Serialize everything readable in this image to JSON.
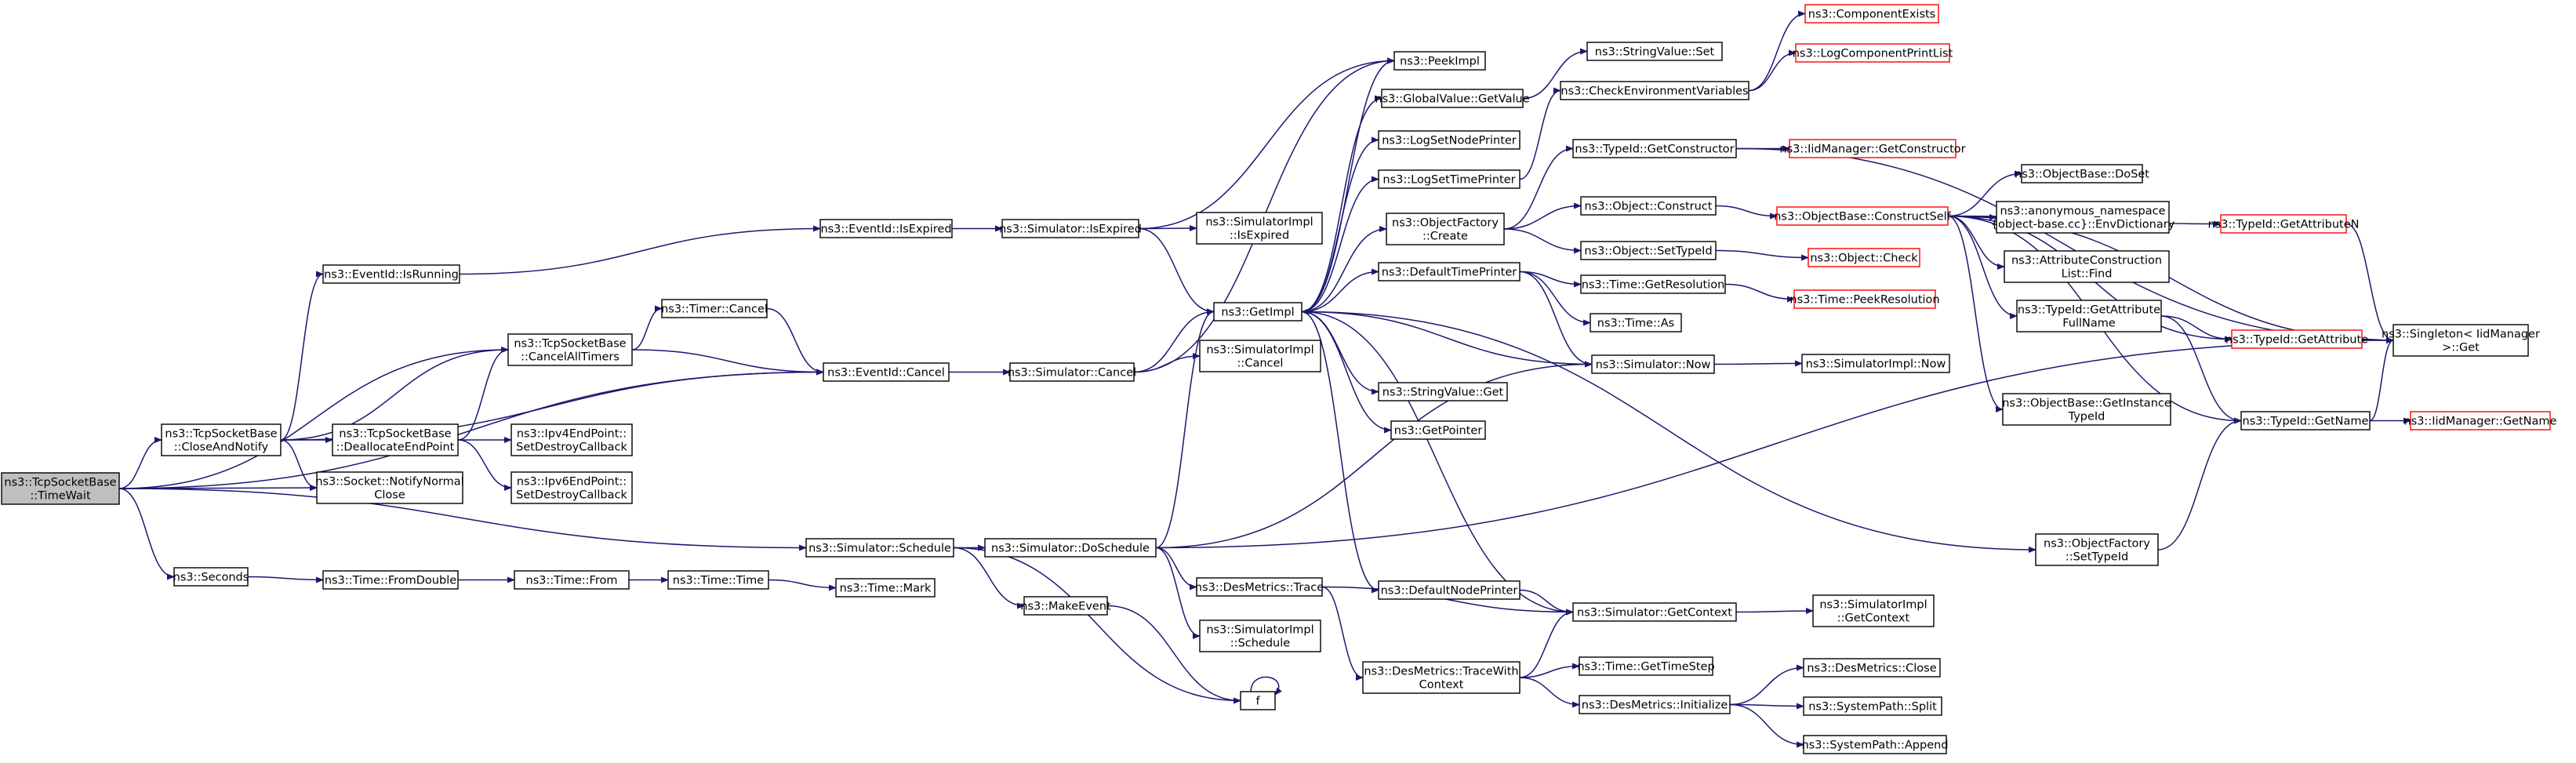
{
  "colors": {
    "edge": "#191970",
    "node_border": "#000000",
    "missing_node_border": "#ff0000",
    "root_fill": "#bfbfbf",
    "background": "#ffffff"
  },
  "nodes": [
    {
      "id": "n0",
      "lines": [
        "ns3::TcpSocketBase",
        "::TimeWait"
      ],
      "kind": "root"
    },
    {
      "id": "n1",
      "lines": [
        "ns3::TcpSocketBase",
        "::CloseAndNotify"
      ],
      "kind": "normal"
    },
    {
      "id": "n2",
      "lines": [
        "ns3::Socket::NotifyNormal",
        "Close"
      ],
      "kind": "normal"
    },
    {
      "id": "n3",
      "lines": [
        "ns3::Seconds"
      ],
      "kind": "normal"
    },
    {
      "id": "n4",
      "lines": [
        "ns3::EventId::IsRunning"
      ],
      "kind": "normal"
    },
    {
      "id": "n5",
      "lines": [
        "ns3::TcpSocketBase",
        "::CancelAllTimers"
      ],
      "kind": "normal"
    },
    {
      "id": "n6",
      "lines": [
        "ns3::TcpSocketBase",
        "::DeallocateEndPoint"
      ],
      "kind": "normal"
    },
    {
      "id": "n7",
      "lines": [
        "ns3::Timer::Cancel"
      ],
      "kind": "normal"
    },
    {
      "id": "n8",
      "lines": [
        "ns3::EventId::Cancel"
      ],
      "kind": "normal"
    },
    {
      "id": "n9",
      "lines": [
        "ns3::EventId::IsExpired"
      ],
      "kind": "normal"
    },
    {
      "id": "n10",
      "lines": [
        "ns3::Ipv4EndPoint::",
        "SetDestroyCallback"
      ],
      "kind": "normal"
    },
    {
      "id": "n11",
      "lines": [
        "ns3::Ipv6EndPoint::",
        "SetDestroyCallback"
      ],
      "kind": "normal"
    },
    {
      "id": "n12",
      "lines": [
        "ns3::Time::FromDouble"
      ],
      "kind": "normal"
    },
    {
      "id": "n13",
      "lines": [
        "ns3::Time::From"
      ],
      "kind": "normal"
    },
    {
      "id": "n14",
      "lines": [
        "ns3::Time::Time"
      ],
      "kind": "normal"
    },
    {
      "id": "n15",
      "lines": [
        "ns3::Time::Mark"
      ],
      "kind": "normal"
    },
    {
      "id": "n16",
      "lines": [
        "ns3::Simulator::Schedule"
      ],
      "kind": "normal"
    },
    {
      "id": "n17",
      "lines": [
        "ns3::Simulator::IsExpired"
      ],
      "kind": "normal"
    },
    {
      "id": "n18",
      "lines": [
        "ns3::Simulator::Cancel"
      ],
      "kind": "normal"
    },
    {
      "id": "n19",
      "lines": [
        "ns3::SimulatorImpl",
        "::IsExpired"
      ],
      "kind": "normal"
    },
    {
      "id": "n20",
      "lines": [
        "ns3::Simulator::DoSchedule"
      ],
      "kind": "normal"
    },
    {
      "id": "n21",
      "lines": [
        "ns3::MakeEvent"
      ],
      "kind": "normal"
    },
    {
      "id": "n22",
      "lines": [
        "f"
      ],
      "kind": "normal"
    },
    {
      "id": "n23",
      "lines": [
        "ns3::GetImpl"
      ],
      "kind": "normal"
    },
    {
      "id": "n24",
      "lines": [
        "ns3::SimulatorImpl",
        "::Cancel"
      ],
      "kind": "normal"
    },
    {
      "id": "n25",
      "lines": [
        "ns3::DesMetrics::Trace"
      ],
      "kind": "normal"
    },
    {
      "id": "n26",
      "lines": [
        "ns3::SimulatorImpl",
        "::Schedule"
      ],
      "kind": "normal"
    },
    {
      "id": "n27",
      "lines": [
        "ns3::DesMetrics::TraceWith",
        "Context"
      ],
      "kind": "normal"
    },
    {
      "id": "n28",
      "lines": [
        "ns3::PeekImpl"
      ],
      "kind": "normal"
    },
    {
      "id": "n29",
      "lines": [
        "ns3::GlobalValue::GetValue"
      ],
      "kind": "normal"
    },
    {
      "id": "n30",
      "lines": [
        "ns3::LogSetNodePrinter"
      ],
      "kind": "normal"
    },
    {
      "id": "n31",
      "lines": [
        "ns3::LogSetTimePrinter"
      ],
      "kind": "normal"
    },
    {
      "id": "n32",
      "lines": [
        "ns3::ObjectFactory",
        "::Create"
      ],
      "kind": "normal"
    },
    {
      "id": "n33",
      "lines": [
        "ns3::DefaultTimePrinter"
      ],
      "kind": "normal"
    },
    {
      "id": "n34",
      "lines": [
        "ns3::StringValue::Get"
      ],
      "kind": "normal"
    },
    {
      "id": "n35",
      "lines": [
        "ns3::GetPointer"
      ],
      "kind": "normal"
    },
    {
      "id": "n36",
      "lines": [
        "ns3::DefaultNodePrinter"
      ],
      "kind": "normal"
    },
    {
      "id": "n37",
      "lines": [
        "ns3::Simulator::GetContext"
      ],
      "kind": "normal"
    },
    {
      "id": "n38",
      "lines": [
        "ns3::Time::GetTimeStep"
      ],
      "kind": "normal"
    },
    {
      "id": "n39",
      "lines": [
        "ns3::DesMetrics::Initialize"
      ],
      "kind": "normal"
    },
    {
      "id": "n40",
      "lines": [
        "ns3::StringValue::Set"
      ],
      "kind": "normal"
    },
    {
      "id": "n41",
      "lines": [
        "ns3::CheckEnvironmentVariables"
      ],
      "kind": "normal"
    },
    {
      "id": "n42",
      "lines": [
        "ns3::TypeId::GetConstructor"
      ],
      "kind": "normal"
    },
    {
      "id": "n43",
      "lines": [
        "ns3::Object::Construct"
      ],
      "kind": "normal"
    },
    {
      "id": "n44",
      "lines": [
        "ns3::Object::SetTypeId"
      ],
      "kind": "normal"
    },
    {
      "id": "n45",
      "lines": [
        "ns3::Time::GetResolution"
      ],
      "kind": "normal"
    },
    {
      "id": "n46",
      "lines": [
        "ns3::Time::As"
      ],
      "kind": "normal"
    },
    {
      "id": "n47",
      "lines": [
        "ns3::Simulator::Now"
      ],
      "kind": "normal"
    },
    {
      "id": "n48",
      "lines": [
        "ns3::ObjectFactory",
        "::SetTypeId"
      ],
      "kind": "normal"
    },
    {
      "id": "n49",
      "lines": [
        "ns3::SimulatorImpl",
        "::GetContext"
      ],
      "kind": "normal"
    },
    {
      "id": "n50",
      "lines": [
        "ns3::DesMetrics::Close"
      ],
      "kind": "normal"
    },
    {
      "id": "n51",
      "lines": [
        "ns3::SystemPath::Split"
      ],
      "kind": "normal"
    },
    {
      "id": "n52",
      "lines": [
        "ns3::SystemPath::Append"
      ],
      "kind": "normal"
    },
    {
      "id": "n53",
      "lines": [
        "ns3::ComponentExists"
      ],
      "kind": "missing"
    },
    {
      "id": "n54",
      "lines": [
        "ns3::LogComponentPrintList"
      ],
      "kind": "missing"
    },
    {
      "id": "n55",
      "lines": [
        "ns3::IidManager::GetConstructor"
      ],
      "kind": "missing"
    },
    {
      "id": "n56",
      "lines": [
        "ns3::ObjectBase::ConstructSelf"
      ],
      "kind": "missing"
    },
    {
      "id": "n57",
      "lines": [
        "ns3::Object::Check"
      ],
      "kind": "missing"
    },
    {
      "id": "n58",
      "lines": [
        "ns3::Time::PeekResolution"
      ],
      "kind": "missing"
    },
    {
      "id": "n59",
      "lines": [
        "ns3::SimulatorImpl::Now"
      ],
      "kind": "normal"
    },
    {
      "id": "n60",
      "lines": [
        "ns3::ObjectBase::DoSet"
      ],
      "kind": "normal"
    },
    {
      "id": "n61",
      "lines": [
        "ns3::anonymous_namespace",
        "{object-base.cc}::EnvDictionary"
      ],
      "kind": "normal"
    },
    {
      "id": "n62",
      "lines": [
        "ns3::AttributeConstruction",
        "List::Find"
      ],
      "kind": "normal"
    },
    {
      "id": "n63",
      "lines": [
        "ns3::TypeId::GetAttribute",
        "FullName"
      ],
      "kind": "normal"
    },
    {
      "id": "n64",
      "lines": [
        "ns3::ObjectBase::GetInstance",
        "TypeId"
      ],
      "kind": "normal"
    },
    {
      "id": "n65",
      "lines": [
        "ns3::TypeId::GetAttributeN"
      ],
      "kind": "missing"
    },
    {
      "id": "n66",
      "lines": [
        "ns3::TypeId::GetAttribute"
      ],
      "kind": "missing"
    },
    {
      "id": "n67",
      "lines": [
        "ns3::Singleton< IidManager",
        ">::Get"
      ],
      "kind": "normal"
    },
    {
      "id": "n68",
      "lines": [
        "ns3::TypeId::GetName"
      ],
      "kind": "normal"
    },
    {
      "id": "n69",
      "lines": [
        "ns3::IidManager::GetName"
      ],
      "kind": "missing"
    }
  ],
  "edges": [
    [
      "n0",
      "n1"
    ],
    [
      "n0",
      "n2"
    ],
    [
      "n0",
      "n3"
    ],
    [
      "n0",
      "n5"
    ],
    [
      "n0",
      "n8"
    ],
    [
      "n0",
      "n16"
    ],
    [
      "n1",
      "n2"
    ],
    [
      "n1",
      "n4"
    ],
    [
      "n1",
      "n5"
    ],
    [
      "n1",
      "n6"
    ],
    [
      "n1",
      "n8"
    ],
    [
      "n4",
      "n9"
    ],
    [
      "n5",
      "n7"
    ],
    [
      "n5",
      "n8"
    ],
    [
      "n7",
      "n8"
    ],
    [
      "n6",
      "n5"
    ],
    [
      "n6",
      "n10"
    ],
    [
      "n6",
      "n11"
    ],
    [
      "n3",
      "n12"
    ],
    [
      "n12",
      "n13"
    ],
    [
      "n13",
      "n14"
    ],
    [
      "n14",
      "n15"
    ],
    [
      "n9",
      "n17"
    ],
    [
      "n8",
      "n18"
    ],
    [
      "n17",
      "n19"
    ],
    [
      "n17",
      "n23"
    ],
    [
      "n17",
      "n28"
    ],
    [
      "n18",
      "n23"
    ],
    [
      "n18",
      "n24"
    ],
    [
      "n18",
      "n28"
    ],
    [
      "n16",
      "n20"
    ],
    [
      "n16",
      "n21"
    ],
    [
      "n16",
      "n22"
    ],
    [
      "n20",
      "n23"
    ],
    [
      "n20",
      "n25"
    ],
    [
      "n20",
      "n26"
    ],
    [
      "n20",
      "n47"
    ],
    [
      "n20",
      "n67"
    ],
    [
      "n21",
      "n22"
    ],
    [
      "n22",
      "n22"
    ],
    [
      "n25",
      "n27"
    ],
    [
      "n25",
      "n37"
    ],
    [
      "n27",
      "n37"
    ],
    [
      "n27",
      "n38"
    ],
    [
      "n27",
      "n39"
    ],
    [
      "n39",
      "n50"
    ],
    [
      "n39",
      "n51"
    ],
    [
      "n39",
      "n52"
    ],
    [
      "n37",
      "n23"
    ],
    [
      "n37",
      "n49"
    ],
    [
      "n23",
      "n28"
    ],
    [
      "n23",
      "n29"
    ],
    [
      "n23",
      "n30"
    ],
    [
      "n23",
      "n31"
    ],
    [
      "n23",
      "n32"
    ],
    [
      "n23",
      "n33"
    ],
    [
      "n23",
      "n34"
    ],
    [
      "n23",
      "n35"
    ],
    [
      "n23",
      "n36"
    ],
    [
      "n23",
      "n48"
    ],
    [
      "n29",
      "n40"
    ],
    [
      "n31",
      "n41"
    ],
    [
      "n41",
      "n53"
    ],
    [
      "n41",
      "n54"
    ],
    [
      "n32",
      "n42"
    ],
    [
      "n32",
      "n43"
    ],
    [
      "n32",
      "n44"
    ],
    [
      "n42",
      "n55"
    ],
    [
      "n42",
      "n67"
    ],
    [
      "n43",
      "n56"
    ],
    [
      "n44",
      "n57"
    ],
    [
      "n33",
      "n45"
    ],
    [
      "n33",
      "n46"
    ],
    [
      "n33",
      "n47"
    ],
    [
      "n45",
      "n58"
    ],
    [
      "n47",
      "n23"
    ],
    [
      "n47",
      "n59"
    ],
    [
      "n36",
      "n37"
    ],
    [
      "n56",
      "n60"
    ],
    [
      "n56",
      "n61"
    ],
    [
      "n56",
      "n62"
    ],
    [
      "n56",
      "n63"
    ],
    [
      "n56",
      "n64"
    ],
    [
      "n56",
      "n65"
    ],
    [
      "n56",
      "n66"
    ],
    [
      "n56",
      "n67"
    ],
    [
      "n56",
      "n68"
    ],
    [
      "n63",
      "n66"
    ],
    [
      "n63",
      "n68"
    ],
    [
      "n65",
      "n67"
    ],
    [
      "n66",
      "n67"
    ],
    [
      "n68",
      "n67"
    ],
    [
      "n68",
      "n69"
    ],
    [
      "n48",
      "n68"
    ]
  ]
}
